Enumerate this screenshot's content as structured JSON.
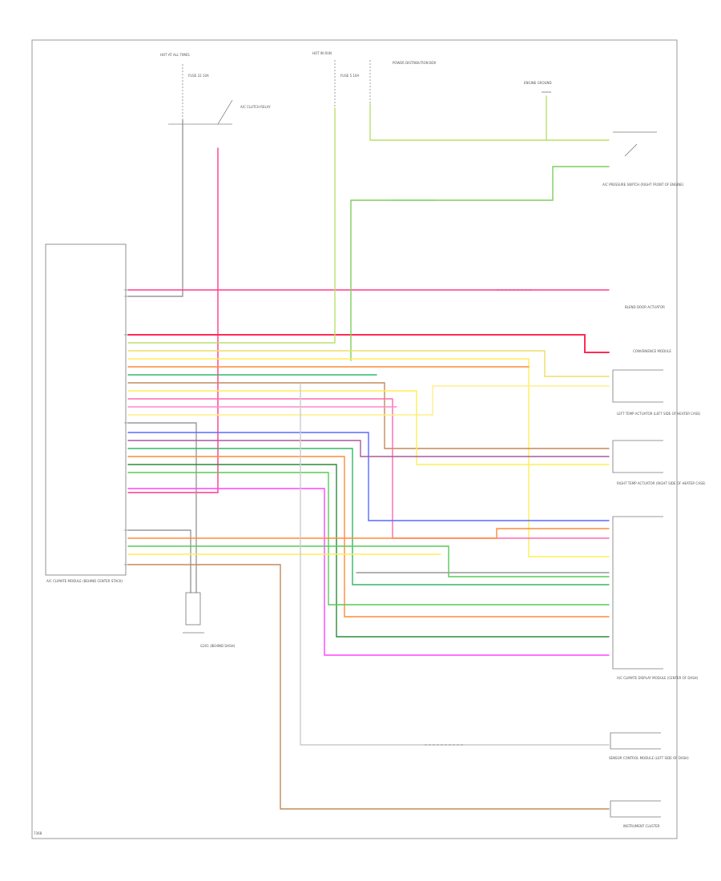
{
  "page_label": "7368",
  "components": {
    "control_module": {
      "name": "A/C CLIMATE MODULE (BEHIND CENTER STACK)"
    },
    "fuse_left": {
      "name": "HOT AT ALL TIMES",
      "detail": "FUSE 22 10A"
    },
    "fuse_center": {
      "name": "HOT IN RUN",
      "detail": "FUSE 5 10A"
    },
    "relay_left": {
      "name": "A/C CLUTCH RELAY"
    },
    "relay_center": {
      "name": "POWER DISTRIBUTION BOX"
    },
    "ground_top": {
      "name": "ENGINE GROUND"
    },
    "pressure_switch": {
      "name": "A/C PRESSURE SWITCH (RIGHT FRONT OF ENGINE)"
    },
    "sensor_1": {
      "name": "BLEND DOOR ACTUATOR"
    },
    "sensor_2": {
      "name": "CONVENIENCE MODULE"
    },
    "actuator_1": {
      "name": "LEFT TEMP ACTUATOR (LEFT SIDE OF HEATER CASE)"
    },
    "actuator_2": {
      "name": "RIGHT TEMP ACTUATOR (RIGHT SIDE OF HEATER CASE)"
    },
    "display_module": {
      "name": "A/C CLIMATE DISPLAY MODULE (CENTER OF DASH)"
    },
    "ground_bottom": {
      "name": "G201 (BEHIND DASH)"
    },
    "sensor_3": {
      "name": "SENSOR CONTROL MODULE (LEFT SIDE OF DASH)"
    },
    "sensor_4": {
      "name": "INSTRUMENT CLUSTER"
    }
  },
  "wires": {
    "colors": {
      "pink": "#ff3a8a",
      "red": "#ff2a55",
      "yellow_green": "#b8e06a",
      "green": "#33b56a",
      "dark_green": "#2a8a3a",
      "orange": "#ff8a3a",
      "tan": "#c48a5a",
      "yellow": "#ffee55",
      "blue": "#5a6aff",
      "violet": "#ff44ff",
      "gray": "#999999",
      "purple": "#aa5a9a"
    }
  }
}
